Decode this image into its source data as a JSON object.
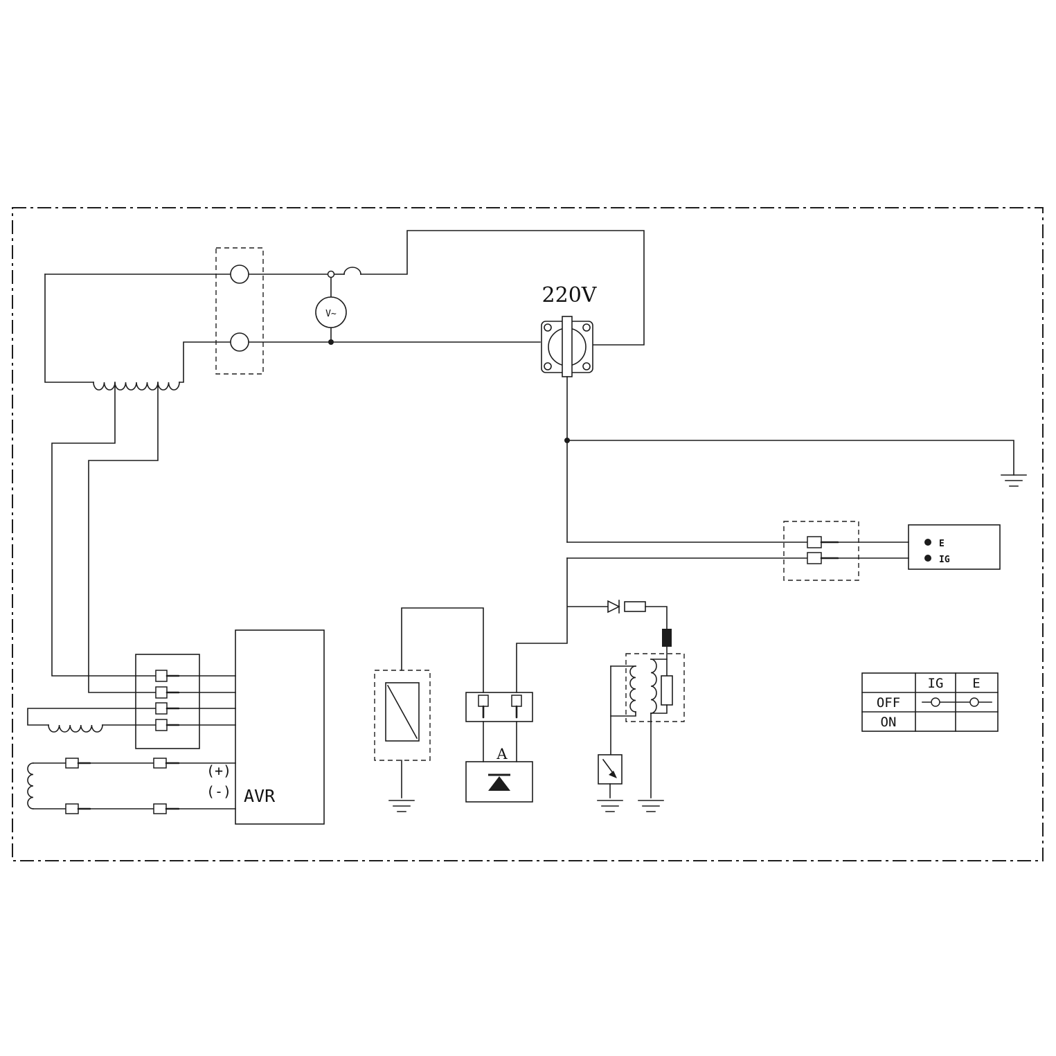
{
  "labels": {
    "outlet_voltage": "220V",
    "voltmeter": "V~",
    "rectifier": "A",
    "avr": "AVR",
    "avr_plus": "(+)",
    "avr_minus": "(-)",
    "terminal_e": "E",
    "terminal_ig": "IG"
  },
  "switch_table": {
    "col_ig": "IG",
    "col_e": "E",
    "row_off": "OFF",
    "row_on": "ON"
  },
  "colors": {
    "line": "#1c1c1c",
    "background": "#ffffff"
  }
}
